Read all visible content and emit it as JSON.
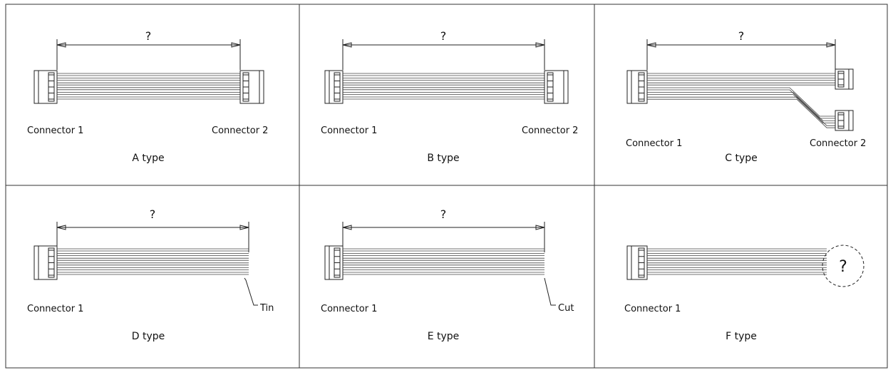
{
  "panels": [
    {
      "id": "a",
      "type_label": "A type",
      "dimension_label": "?",
      "connector1": "Connector 1",
      "connector2": "Connector 2"
    },
    {
      "id": "b",
      "type_label": "B type",
      "dimension_label": "?",
      "connector1": "Connector 1",
      "connector2": "Connector 2"
    },
    {
      "id": "c",
      "type_label": "C type",
      "dimension_label": "?",
      "connector1": "Connector 1",
      "connector2": "Connector 2"
    },
    {
      "id": "d",
      "type_label": "D type",
      "dimension_label": "?",
      "connector1": "Connector 1",
      "end_label": "Tin"
    },
    {
      "id": "e",
      "type_label": "E type",
      "dimension_label": "?",
      "connector1": "Connector 1",
      "end_label": "Cut"
    },
    {
      "id": "f",
      "type_label": "F type",
      "end_mark": "?",
      "connector1": "Connector 1"
    }
  ]
}
